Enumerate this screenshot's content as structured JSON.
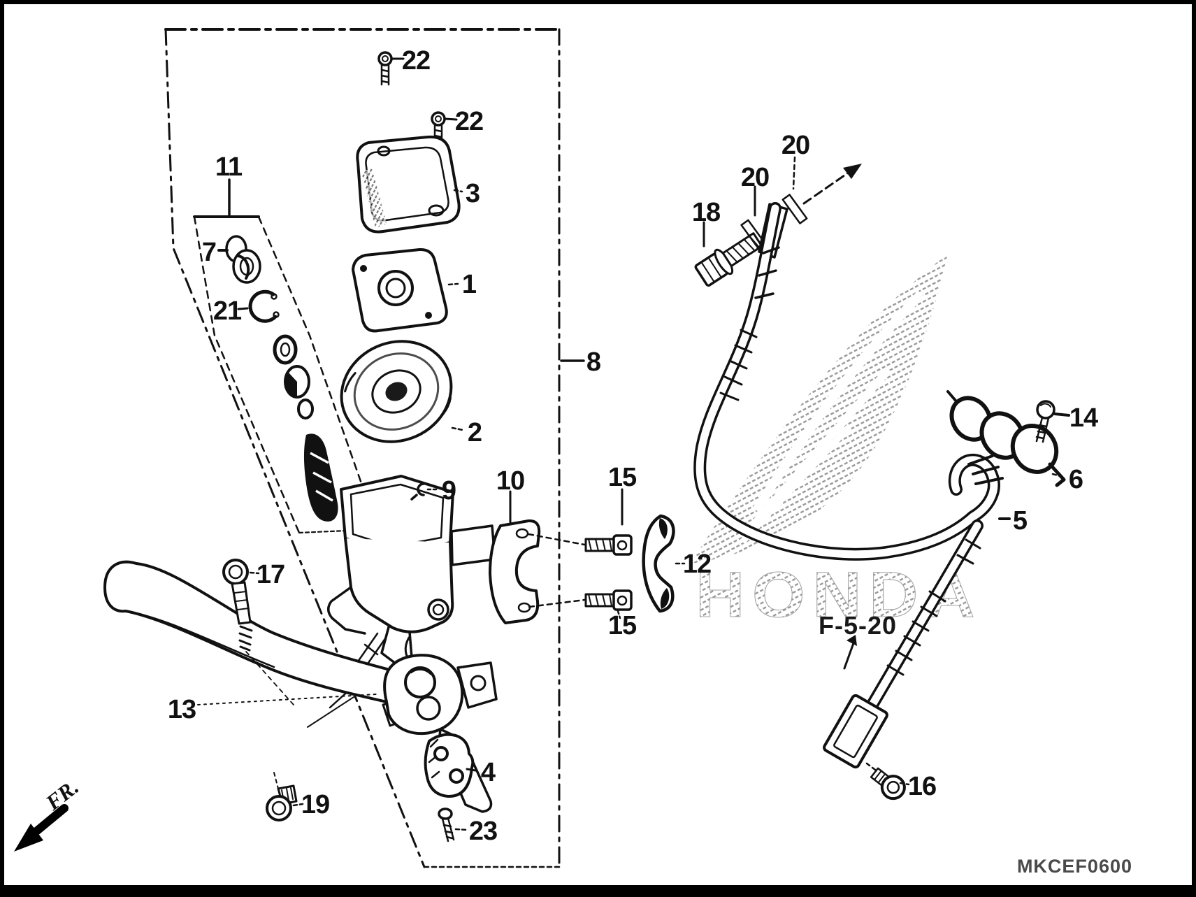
{
  "diagram": {
    "code": "MKCEF0600",
    "reference_label": "F-5-20",
    "watermark_text": "HONDA",
    "front_direction_label": "FR."
  },
  "colors": {
    "line": "#111111",
    "watermark_hatch": "#8f8f8f",
    "code_text": "#4a4a4a"
  },
  "callouts": [
    {
      "name": "reservoir-cover-screw-a",
      "label": "22"
    },
    {
      "name": "reservoir-cover-screw-b",
      "label": "22"
    },
    {
      "name": "reservoir-cover",
      "label": "3"
    },
    {
      "name": "piston-kit-group",
      "label": "11"
    },
    {
      "name": "piston-seal",
      "label": "7"
    },
    {
      "name": "circlip",
      "label": "21"
    },
    {
      "name": "diaphragm-plate",
      "label": "1"
    },
    {
      "name": "diaphragm",
      "label": "2"
    },
    {
      "name": "master-cylinder-assembly-box",
      "label": "8"
    },
    {
      "name": "retainer-clip",
      "label": "9"
    },
    {
      "name": "clamp-inner-half",
      "label": "10"
    },
    {
      "name": "clamp-bolt-upper",
      "label": "15"
    },
    {
      "name": "clamp-outer-half",
      "label": "12"
    },
    {
      "name": "clamp-bolt-lower",
      "label": "15"
    },
    {
      "name": "lever-pivot-bolt",
      "label": "17"
    },
    {
      "name": "brake-lever",
      "label": "13"
    },
    {
      "name": "pivot-nut",
      "label": "19"
    },
    {
      "name": "switch-bracket",
      "label": "4"
    },
    {
      "name": "bracket-screw",
      "label": "23"
    },
    {
      "name": "oil-bolt",
      "label": "18"
    },
    {
      "name": "sealing-washer-a",
      "label": "20"
    },
    {
      "name": "sealing-washer-b",
      "label": "20"
    },
    {
      "name": "guide-screw",
      "label": "14"
    },
    {
      "name": "hose-clamp-grommet",
      "label": "6"
    },
    {
      "name": "brake-hose",
      "label": "5"
    },
    {
      "name": "hose-end-bolt",
      "label": "16"
    }
  ]
}
